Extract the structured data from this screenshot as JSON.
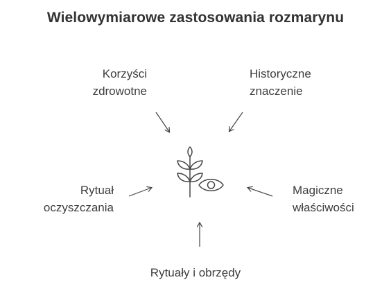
{
  "diagram": {
    "title": "Wielowymiarowe zastosowania rozmarynu",
    "nodes": {
      "health": {
        "line1": "Korzyści",
        "line2": "zdrowotne"
      },
      "history": {
        "line1": "Historyczne",
        "line2": "znaczenie"
      },
      "cleansing": {
        "line1": "Rytuał",
        "line2": "oczyszczania"
      },
      "magic": {
        "line1": "Magiczne",
        "line2": "właściwości"
      },
      "rituals": {
        "line1": "Rytuały i obrzędy"
      }
    },
    "center_icons": [
      "plant-icon",
      "eye-icon"
    ],
    "colors": {
      "text": "#3d3d3d",
      "title": "#333333",
      "arrow": "#444444"
    }
  }
}
